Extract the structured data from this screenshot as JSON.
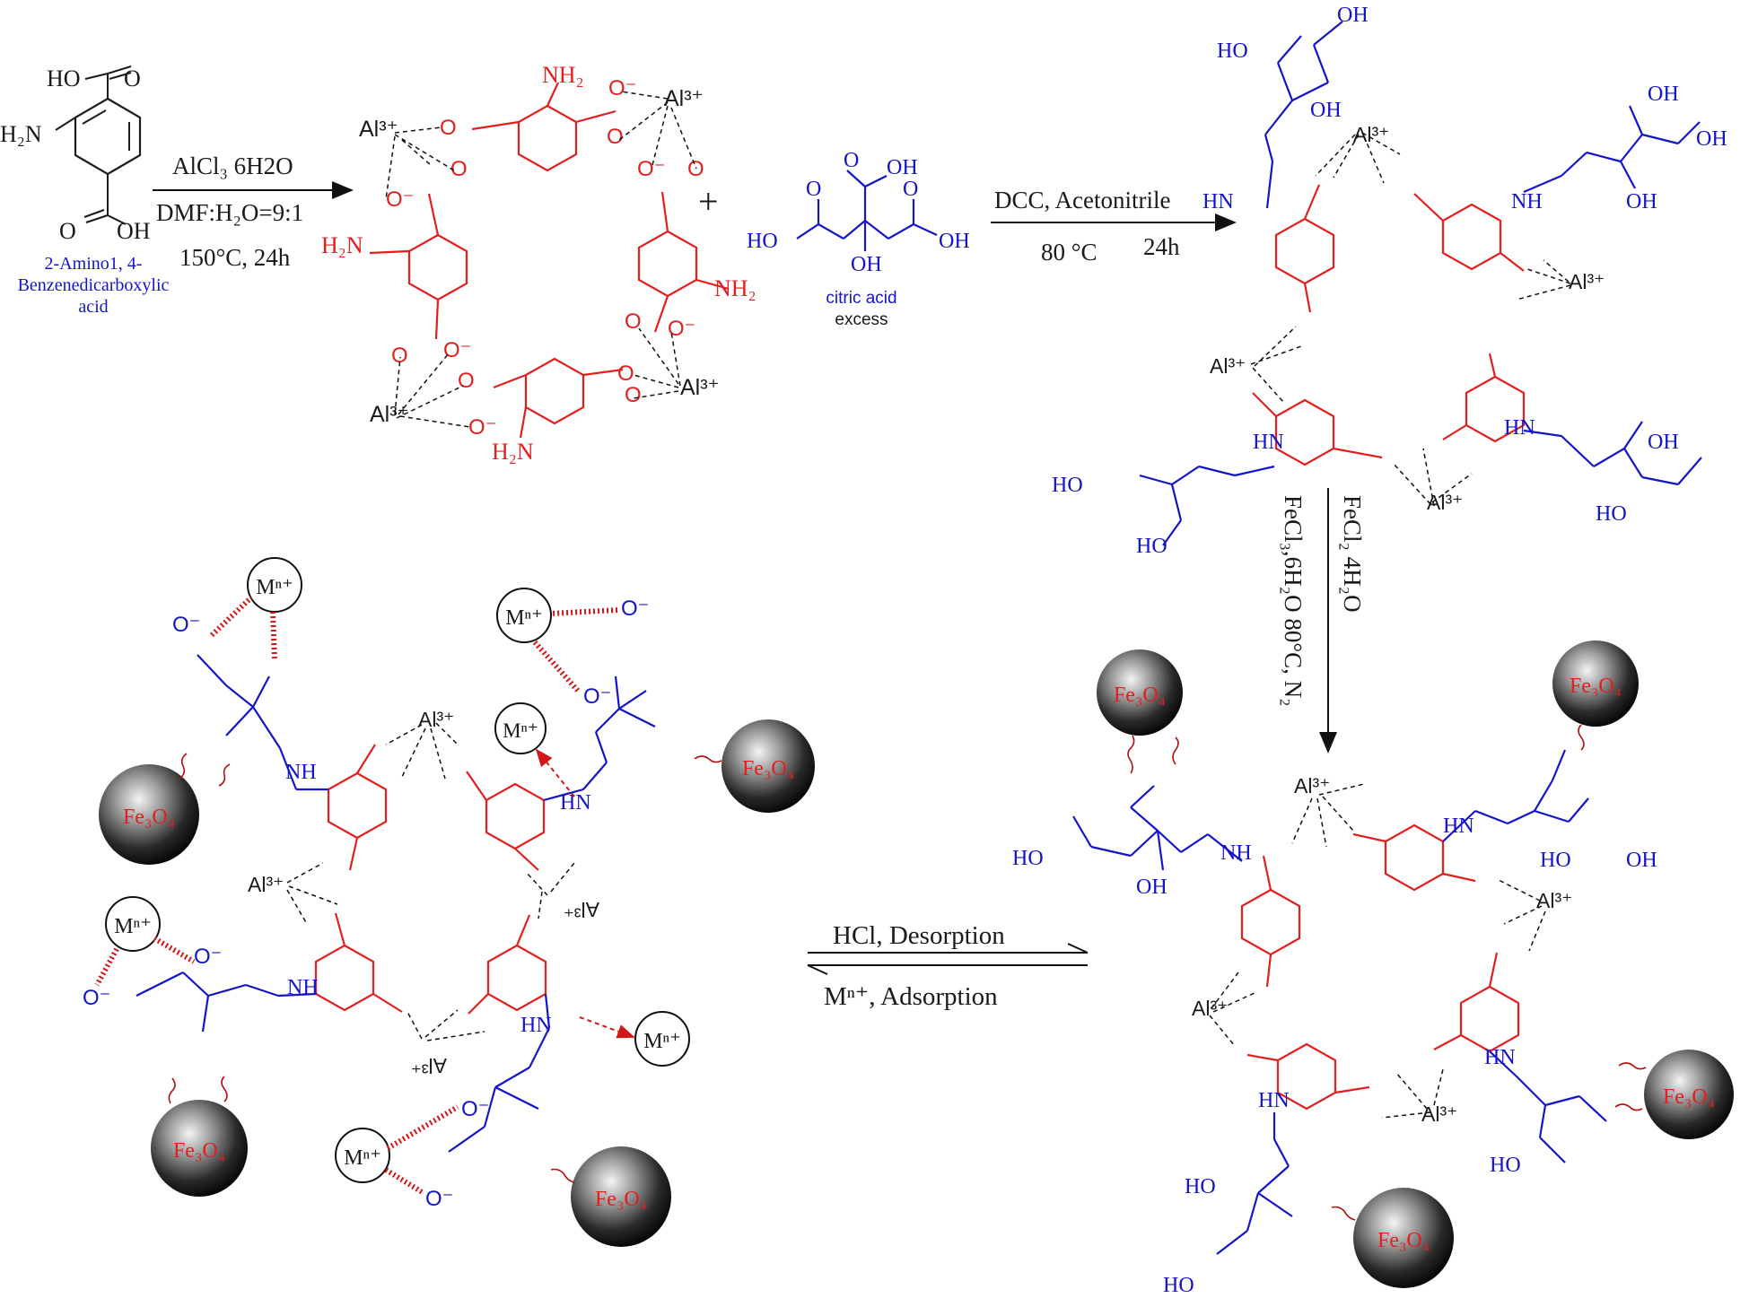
{
  "reactant": {
    "name_line1": "2-Amino1, 4-",
    "name_line2": "Benzenedicarboxylic",
    "name_line3": "acid",
    "ho": "HO",
    "oh": "OH",
    "h2n": "H₂N"
  },
  "step1": {
    "line1": "AlCl₃ 6H2O",
    "line2": "DMF:H₂O=9:1",
    "line3": "150°C, 24h"
  },
  "plus": "+",
  "citric": {
    "name": "citric acid",
    "note": "excess",
    "ho": "HO",
    "oh": "OH",
    "oh_top": "OH",
    "oh_center": "OH"
  },
  "step2": {
    "line1": "DCC, Acetonitrile",
    "line2": "80 °C",
    "line3": "24h"
  },
  "step3": {
    "line1": "FeCl₂ 4H₂O",
    "line2": "FeCl₃,6H₂O 80°C, N₂"
  },
  "equilibrium": {
    "forward": "HCl, Desorption",
    "reverse": "Mⁿ⁺, Adsorption"
  },
  "labels": {
    "al": "Al³⁺",
    "fe3o4": "Fe₃O₄",
    "metal": "Mⁿ⁺",
    "nh2": "NH₂",
    "h2n": "H₂N",
    "hn": "HN",
    "nh": "NH",
    "o": "O",
    "o_minus": "O⁻",
    "oh": "OH",
    "ho": "HO"
  },
  "colors": {
    "red": "#e21f1f",
    "blue": "#1414c8",
    "black": "#1a1a1a"
  }
}
